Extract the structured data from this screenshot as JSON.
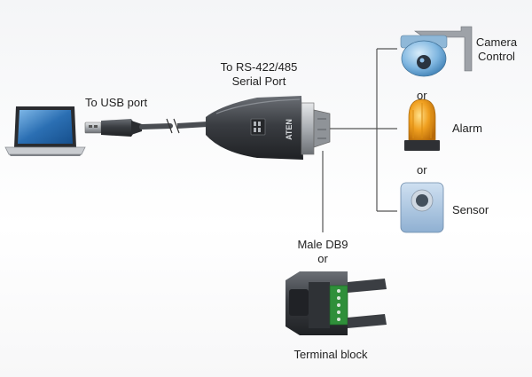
{
  "labels": {
    "usb_port": "To USB port",
    "serial_port_line1": "To RS-422/485",
    "serial_port_line2": "Serial Port",
    "camera_line1": "Camera",
    "camera_line2": "Control",
    "or": "or",
    "alarm": "Alarm",
    "sensor": "Sensor",
    "male_db9": "Male DB9",
    "terminal_block": "Terminal block"
  },
  "adapter": {
    "brand": "ATEN"
  },
  "colors": {
    "adapter_body": "#3a3d42",
    "cable": "#4a4d52",
    "alarm_amber": "#f0a020",
    "camera_blue": "#7fb6e0",
    "sensor_blue": "#aac8e6",
    "terminal_green": "#2f8f3a",
    "line": "#555555"
  }
}
